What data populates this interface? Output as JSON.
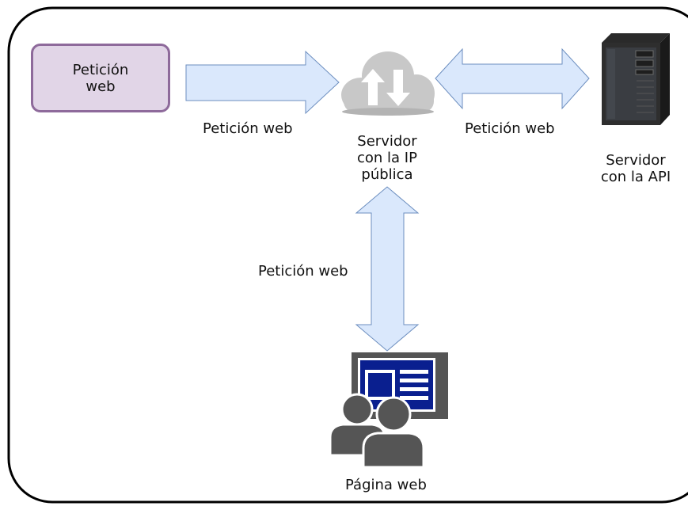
{
  "request_box": {
    "line1": "Petición",
    "line2": "web"
  },
  "edges": {
    "top_left": "Petición web",
    "top_right": "Petición web",
    "vertical": "Petición web"
  },
  "nodes": {
    "public_server": {
      "line1": "Servidor",
      "line2": "con la IP",
      "line3": "pública"
    },
    "api_server": {
      "line1": "Servidor",
      "line2": "con la API"
    },
    "web_page": {
      "label": "Página web"
    }
  },
  "colors": {
    "frame": "#000000",
    "arrow_fill": "#dae8fc",
    "arrow_stroke": "#6c8ebf",
    "box_fill": "#e1d5e7",
    "box_stroke": "#8e6a9b",
    "cloud": "#c8c8c8",
    "dark_icon": "#4d4d4d",
    "screen_blue": "#0a1f8f"
  },
  "icons": [
    "cloud-upload-download-icon",
    "server-tower-icon",
    "users-monitor-icon"
  ]
}
